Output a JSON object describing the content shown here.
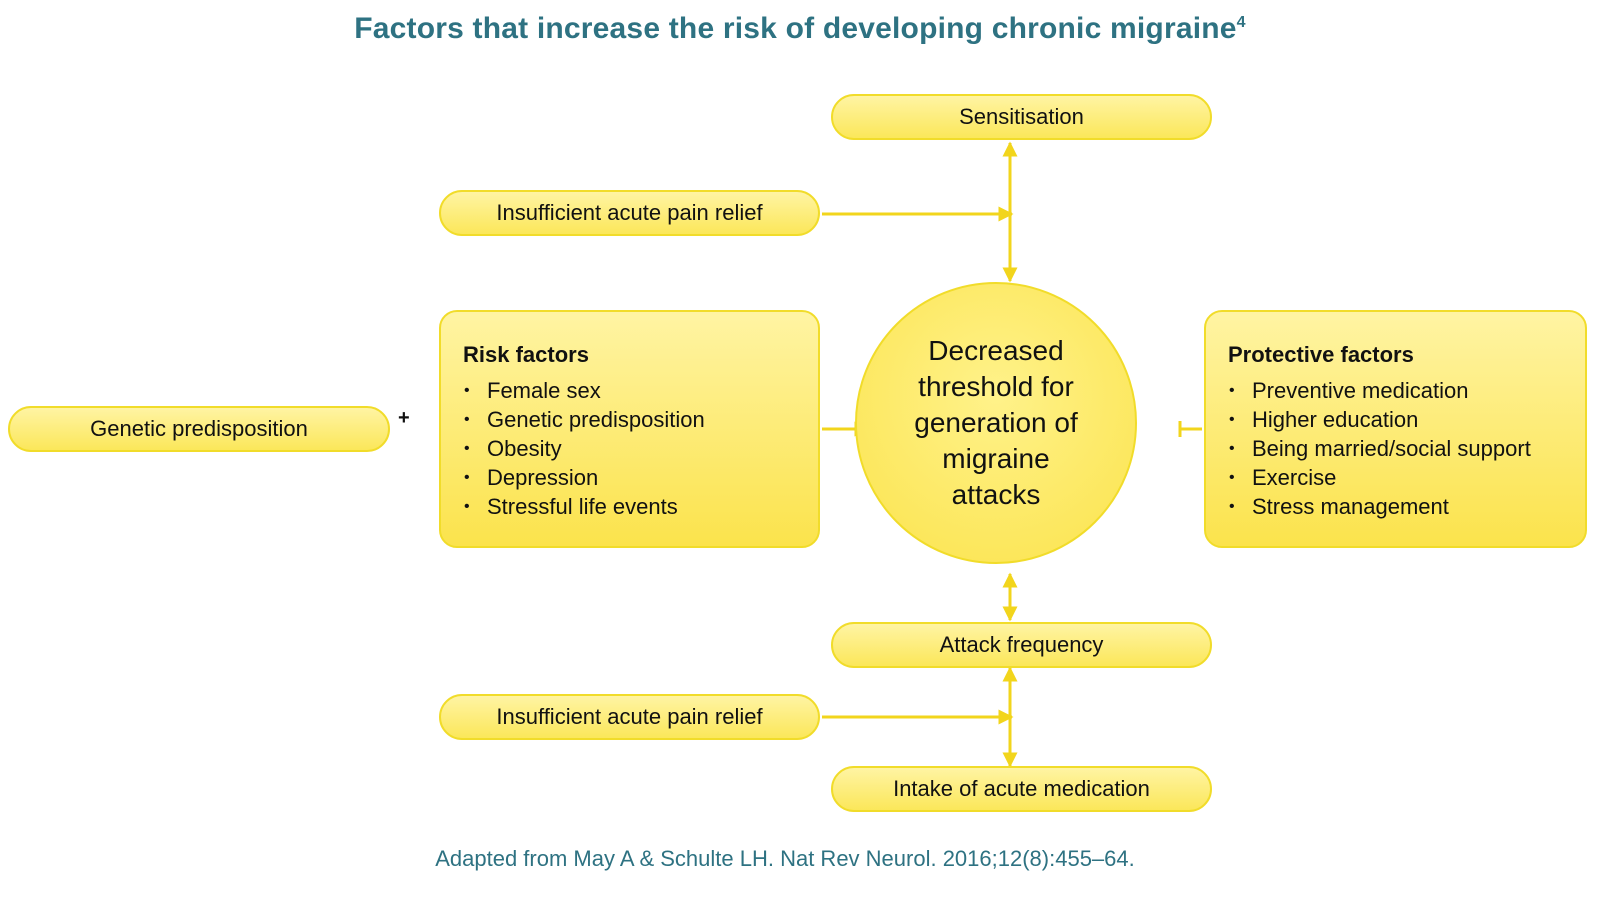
{
  "title": "Factors that increase the risk of developing chronic migraine",
  "title_sup": "4",
  "nodes": {
    "sensitisation": "Sensitisation",
    "pain_relief_top": "Insufficient acute pain relief",
    "genetic": "Genetic predisposition",
    "plus": "+",
    "center": "Decreased threshold for generation of migraine attacks",
    "attack_frequency": "Attack frequency",
    "pain_relief_bottom": "Insufficient acute pain relief",
    "acute_medication": "Intake of acute medication"
  },
  "risk": {
    "heading": "Risk factors",
    "items": [
      "Female sex",
      "Genetic predisposition",
      "Obesity",
      "Depression",
      "Stressful life events"
    ]
  },
  "protective": {
    "heading": "Protective factors",
    "items": [
      "Preventive medication",
      "Higher education",
      "Being married/social support",
      "Exercise",
      "Stress management"
    ]
  },
  "source": "Adapted from May A & Schulte LH. Nat Rev Neurol. 2016;12(8):455–64.",
  "colors": {
    "title": "#2e7282",
    "box_fill": "#fbe75a",
    "box_border": "#f1dc2a",
    "arrow": "#f2d51c"
  }
}
